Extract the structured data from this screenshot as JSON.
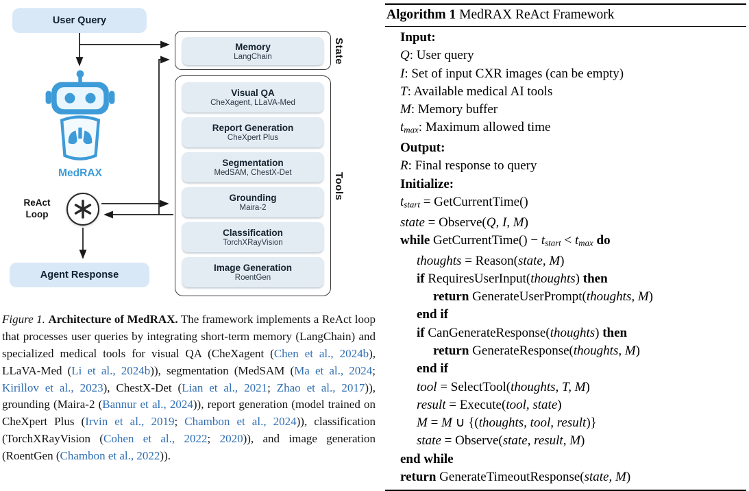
{
  "colors": {
    "accent_blue": "#3d9bd8",
    "pill_background": "#d9e8f7",
    "box_background": "#e3ebf3",
    "citation_blue": "#2f6eb3"
  },
  "diagram": {
    "user_query_label": "User Query",
    "agent_response_label": "Agent Response",
    "medrax_label": "MedRAX",
    "react_loop": {
      "line1": "ReAct",
      "line2": "Loop"
    },
    "state_label": "State",
    "tools_label": "Tools",
    "memory": {
      "title": "Memory",
      "subtitle": "LangChain"
    },
    "tools": [
      {
        "title": "Visual QA",
        "subtitle": "CheXagent, LLaVA-Med"
      },
      {
        "title": "Report Generation",
        "subtitle": "CheXpert Plus"
      },
      {
        "title": "Segmentation",
        "subtitle": "MedSAM, ChestX-Det"
      },
      {
        "title": "Grounding",
        "subtitle": "Maira-2"
      },
      {
        "title": "Classification",
        "subtitle": "TorchXRayVision"
      },
      {
        "title": "Image Generation",
        "subtitle": "RoentGen"
      }
    ]
  },
  "caption": {
    "segments": [
      {
        "t": "Figure 1. ",
        "i": true
      },
      {
        "t": "Architecture of MedRAX.",
        "b": true
      },
      {
        "t": " The framework implements a ReAct loop that processes user queries by integrating short-term memory (LangChain) and specialized medical tools for visual QA (CheXagent ("
      },
      {
        "t": "Chen et al., 2024b",
        "cite": true
      },
      {
        "t": "), LLaVA-Med ("
      },
      {
        "t": "Li et al., 2024b",
        "cite": true
      },
      {
        "t": ")), segmentation (MedSAM ("
      },
      {
        "t": "Ma et al., 2024",
        "cite": true
      },
      {
        "t": "; "
      },
      {
        "t": "Kirillov et al., 2023",
        "cite": true
      },
      {
        "t": "), ChestX-Det ("
      },
      {
        "t": "Lian et al., 2021",
        "cite": true
      },
      {
        "t": "; "
      },
      {
        "t": "Zhao et al., 2017",
        "cite": true
      },
      {
        "t": ")), grounding (Maira-2 ("
      },
      {
        "t": "Bannur et al., 2024",
        "cite": true
      },
      {
        "t": ")), report generation (model trained on CheXpert Plus ("
      },
      {
        "t": "Irvin et al., 2019",
        "cite": true
      },
      {
        "t": "; "
      },
      {
        "t": "Chambon et al., 2024",
        "cite": true
      },
      {
        "t": ")), classification (TorchXRayVision ("
      },
      {
        "t": "Cohen et al., 2022",
        "cite": true
      },
      {
        "t": "; "
      },
      {
        "t": "2020",
        "cite": true
      },
      {
        "t": ")), and image generation (RoentGen ("
      },
      {
        "t": "Chambon et al., 2022",
        "cite": true
      },
      {
        "t": "))."
      }
    ]
  },
  "algorithm": {
    "header": [
      {
        "t": "Algorithm 1",
        "b": true
      },
      {
        "t": " MedRAX ReAct Framework"
      }
    ],
    "lines": [
      {
        "indent": 0,
        "segments": [
          {
            "t": "Input:",
            "b": true
          }
        ]
      },
      {
        "indent": 0,
        "segments": [
          {
            "t": "Q",
            "i": true
          },
          {
            "t": ": User query"
          }
        ]
      },
      {
        "indent": 0,
        "segments": [
          {
            "t": "I",
            "i": true
          },
          {
            "t": ": Set of input CXR images (can be empty)"
          }
        ]
      },
      {
        "indent": 0,
        "segments": [
          {
            "t": "T",
            "i": true
          },
          {
            "t": ": Available medical AI tools"
          }
        ]
      },
      {
        "indent": 0,
        "segments": [
          {
            "t": "M",
            "i": true
          },
          {
            "t": ": Memory buffer"
          }
        ]
      },
      {
        "indent": 0,
        "segments": [
          {
            "t": "t",
            "i": true
          },
          {
            "t": "max",
            "i": true,
            "sub": true
          },
          {
            "t": ": Maximum allowed time"
          }
        ]
      },
      {
        "indent": 0,
        "segments": [
          {
            "t": "Output:",
            "b": true
          }
        ]
      },
      {
        "indent": 0,
        "segments": [
          {
            "t": "R",
            "i": true
          },
          {
            "t": ": Final response to query"
          }
        ]
      },
      {
        "indent": 0,
        "segments": [
          {
            "t": "Initialize:",
            "b": true
          }
        ]
      },
      {
        "indent": 0,
        "segments": [
          {
            "t": "t",
            "i": true
          },
          {
            "t": "start",
            "i": true,
            "sub": true
          },
          {
            "t": " = GetCurrentTime()"
          }
        ]
      },
      {
        "indent": 0,
        "segments": [
          {
            "t": "state",
            "i": true
          },
          {
            "t": " = Observe("
          },
          {
            "t": "Q, I, M",
            "i": true
          },
          {
            "t": ")"
          }
        ]
      },
      {
        "indent": 0,
        "segments": [
          {
            "t": "while",
            "b": true
          },
          {
            "t": " GetCurrentTime() − "
          },
          {
            "t": "t",
            "i": true
          },
          {
            "t": "start",
            "i": true,
            "sub": true
          },
          {
            "t": " < "
          },
          {
            "t": "t",
            "i": true
          },
          {
            "t": "max",
            "i": true,
            "sub": true
          },
          {
            "t": " "
          },
          {
            "t": "do",
            "b": true
          }
        ]
      },
      {
        "indent": 1,
        "segments": [
          {
            "t": "thoughts",
            "i": true
          },
          {
            "t": " = Reason("
          },
          {
            "t": "state, M",
            "i": true
          },
          {
            "t": ")"
          }
        ]
      },
      {
        "indent": 1,
        "segments": [
          {
            "t": "if",
            "b": true
          },
          {
            "t": " RequiresUserInput("
          },
          {
            "t": "thoughts",
            "i": true
          },
          {
            "t": ") "
          },
          {
            "t": "then",
            "b": true
          }
        ]
      },
      {
        "indent": 2,
        "segments": [
          {
            "t": "return",
            "b": true
          },
          {
            "t": " GenerateUserPrompt("
          },
          {
            "t": "thoughts, M",
            "i": true
          },
          {
            "t": ")"
          }
        ]
      },
      {
        "indent": 1,
        "segments": [
          {
            "t": "end if",
            "b": true
          }
        ]
      },
      {
        "indent": 1,
        "segments": [
          {
            "t": "if",
            "b": true
          },
          {
            "t": " CanGenerateResponse("
          },
          {
            "t": "thoughts",
            "i": true
          },
          {
            "t": ") "
          },
          {
            "t": "then",
            "b": true
          }
        ]
      },
      {
        "indent": 2,
        "segments": [
          {
            "t": "return",
            "b": true
          },
          {
            "t": " GenerateResponse("
          },
          {
            "t": "thoughts, M",
            "i": true
          },
          {
            "t": ")"
          }
        ]
      },
      {
        "indent": 1,
        "segments": [
          {
            "t": "end if",
            "b": true
          }
        ]
      },
      {
        "indent": 1,
        "segments": [
          {
            "t": "tool",
            "i": true
          },
          {
            "t": " = SelectTool("
          },
          {
            "t": "thoughts, T, M",
            "i": true
          },
          {
            "t": ")"
          }
        ]
      },
      {
        "indent": 1,
        "segments": [
          {
            "t": "result",
            "i": true
          },
          {
            "t": " = Execute("
          },
          {
            "t": "tool, state",
            "i": true
          },
          {
            "t": ")"
          }
        ]
      },
      {
        "indent": 1,
        "segments": [
          {
            "t": "M",
            "i": true
          },
          {
            "t": " = "
          },
          {
            "t": "M",
            "i": true
          },
          {
            "t": " ∪ {("
          },
          {
            "t": "thoughts, tool, result",
            "i": true
          },
          {
            "t": ")}"
          }
        ]
      },
      {
        "indent": 1,
        "segments": [
          {
            "t": "state",
            "i": true
          },
          {
            "t": " = Observe("
          },
          {
            "t": "state, result, M",
            "i": true
          },
          {
            "t": ")"
          }
        ]
      },
      {
        "indent": 0,
        "segments": [
          {
            "t": "end while",
            "b": true
          }
        ]
      },
      {
        "indent": 0,
        "segments": [
          {
            "t": "return",
            "b": true
          },
          {
            "t": " GenerateTimeoutResponse("
          },
          {
            "t": "state, M",
            "i": true
          },
          {
            "t": ")"
          }
        ]
      }
    ]
  }
}
